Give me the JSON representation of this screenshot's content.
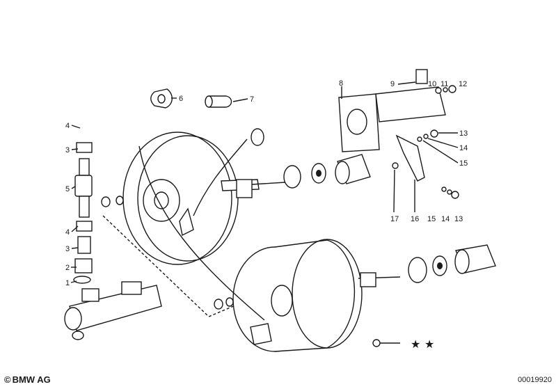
{
  "callouts": [
    {
      "id": "c1",
      "text": "1"
    },
    {
      "id": "c2",
      "text": "2"
    },
    {
      "id": "c3a",
      "text": "3"
    },
    {
      "id": "c3b",
      "text": "3"
    },
    {
      "id": "c4a",
      "text": "4"
    },
    {
      "id": "c4b",
      "text": "4"
    },
    {
      "id": "c5",
      "text": "5"
    },
    {
      "id": "c6",
      "text": "6"
    },
    {
      "id": "c7",
      "text": "7"
    },
    {
      "id": "c8",
      "text": "8"
    },
    {
      "id": "c9",
      "text": "9"
    },
    {
      "id": "c10",
      "text": "10"
    },
    {
      "id": "c11",
      "text": "11"
    },
    {
      "id": "c12",
      "text": "12"
    },
    {
      "id": "c13a",
      "text": "13"
    },
    {
      "id": "c13b",
      "text": "13"
    },
    {
      "id": "c14a",
      "text": "14"
    },
    {
      "id": "c14b",
      "text": "14"
    },
    {
      "id": "c15a",
      "text": "15"
    },
    {
      "id": "c15b",
      "text": "15"
    },
    {
      "id": "c16",
      "text": "16"
    },
    {
      "id": "c17",
      "text": "17"
    }
  ],
  "footer": {
    "copyright_symbol": "©",
    "brand": "BMW AG",
    "drawing_number": "00019920"
  },
  "colors": {
    "ink": "#1a1a1a",
    "background": "#ffffff"
  }
}
